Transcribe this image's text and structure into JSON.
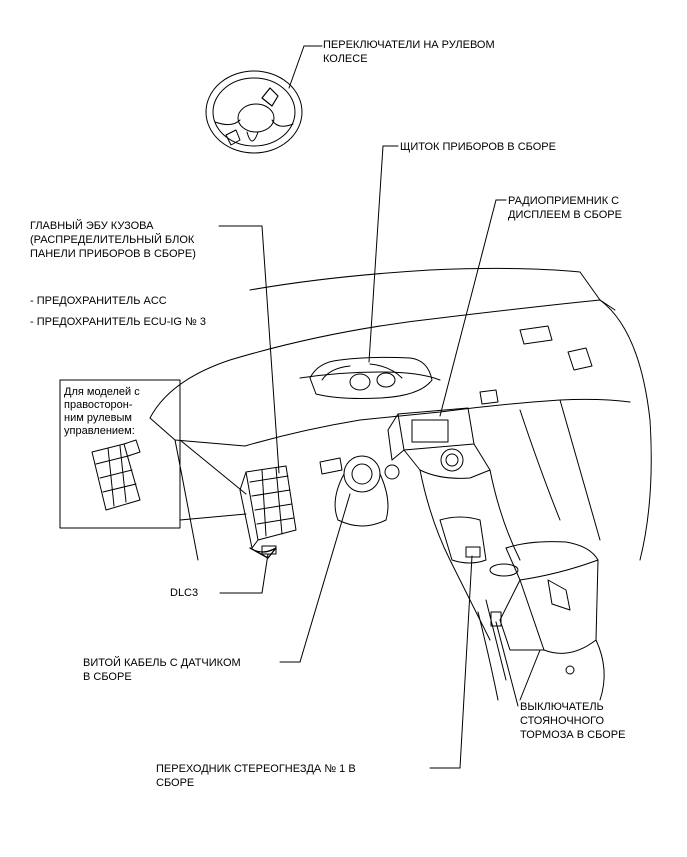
{
  "labels": {
    "steering_switches": [
      "ПЕРЕКЛЮЧАТЕЛИ НА РУЛЕВОМ",
      "КОЛЕСЕ"
    ],
    "instrument_cluster": [
      "ЩИТОК ПРИБОРОВ В СБОРЕ"
    ],
    "radio_display": [
      "РАДИОПРИЕМНИК С",
      "ДИСПЛЕЕМ В СБОРЕ"
    ],
    "main_body_ecu": [
      "ГЛАВНЫЙ ЭБУ КУЗОВА",
      "(РАСПРЕДЕЛИТЕЛЬНЫЙ БЛОК",
      "ПАНЕЛИ ПРИБОРОВ В СБОРЕ)"
    ],
    "fuse_acc": "- ПРЕДОХРАНИТЕЛЬ ACC",
    "fuse_ecu_ig": "- ПРЕДОХРАНИТЕЛЬ ECU-IG № 3",
    "rhd_note": [
      "Для моделей с",
      "правосторон-",
      "ним рулевым",
      "управлением:"
    ],
    "dlc3": "DLC3",
    "spiral_cable": [
      "ВИТОЙ КАБЕЛЬ С ДАТЧИКОМ",
      "В СБОРЕ"
    ],
    "parking_brake_switch": [
      "ВЫКЛЮЧАТЕЛЬ",
      "СТОЯНОЧНОГО",
      "ТОРМОЗА В СБОРЕ"
    ],
    "stereo_jack_adapter": [
      "ПЕРЕХОДНИК СТЕРЕОГНЕЗДА № 1 В",
      "СБОРЕ"
    ]
  }
}
